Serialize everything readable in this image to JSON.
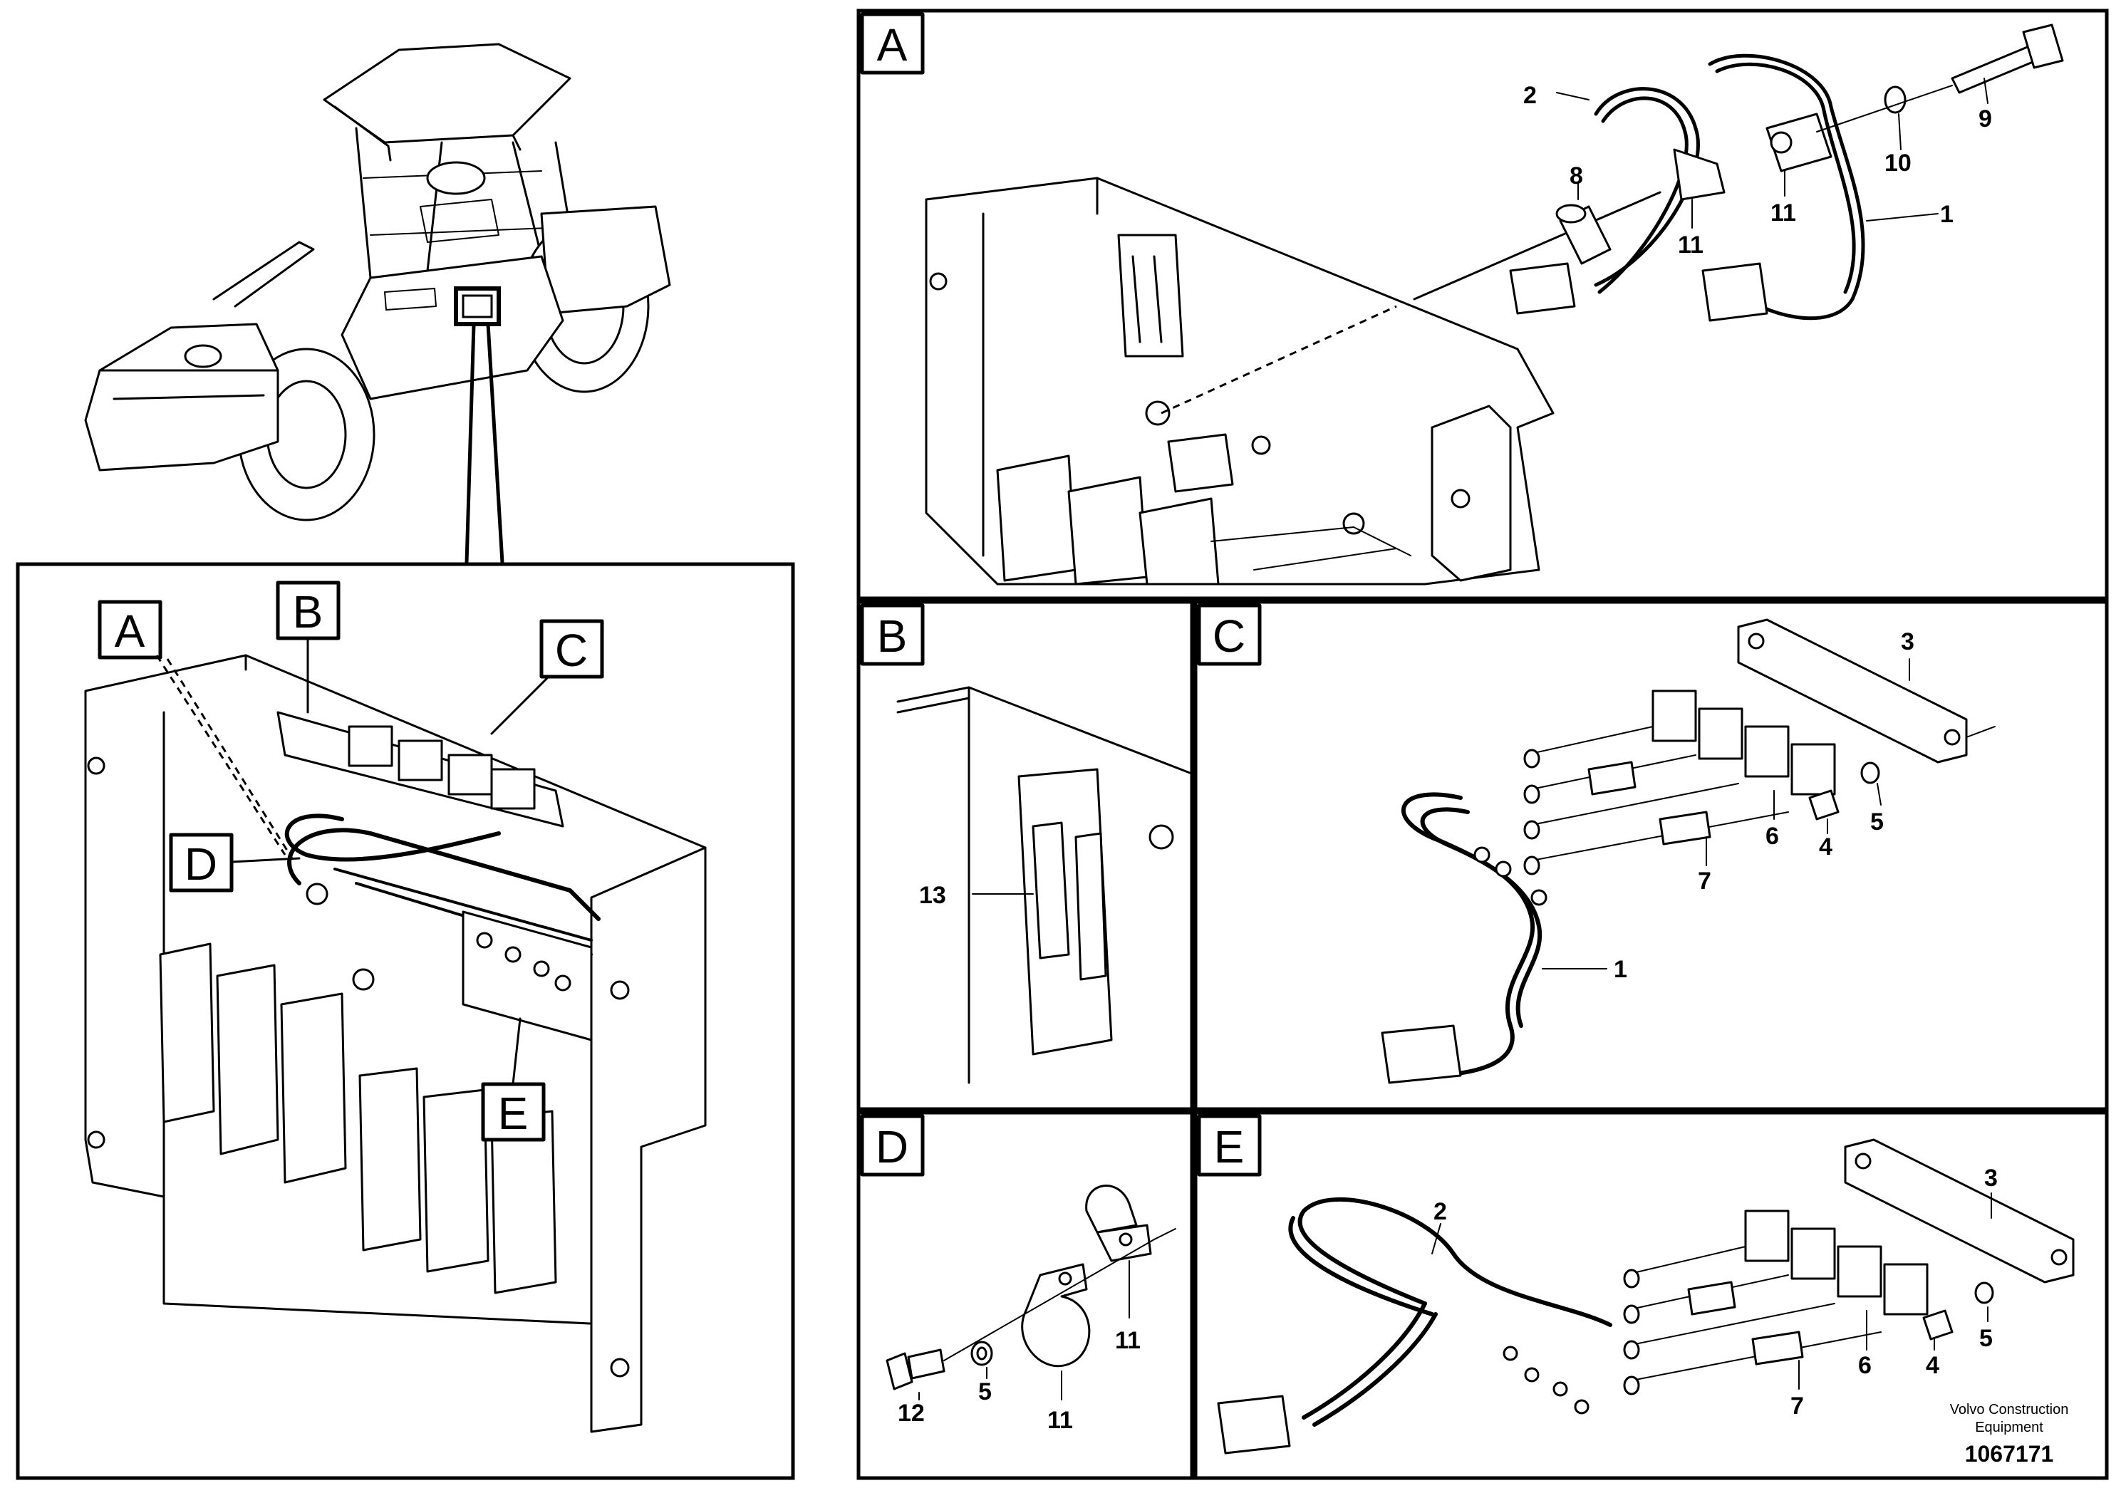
{
  "sections": {
    "A": "A",
    "B": "B",
    "C": "C",
    "D": "D",
    "E": "E"
  },
  "overview_callouts": [
    "A",
    "B",
    "C",
    "D",
    "E"
  ],
  "part_numbers": {
    "p1": "1",
    "p2": "2",
    "p3": "3",
    "p4": "4",
    "p5": "5",
    "p6": "6",
    "p7": "7",
    "p8": "8",
    "p9": "9",
    "p10": "10",
    "p11": "11",
    "p12": "12",
    "p13": "13"
  },
  "footer": {
    "company_line1": "Volvo Construction",
    "company_line2": "Equipment",
    "document_number": "1067171"
  }
}
